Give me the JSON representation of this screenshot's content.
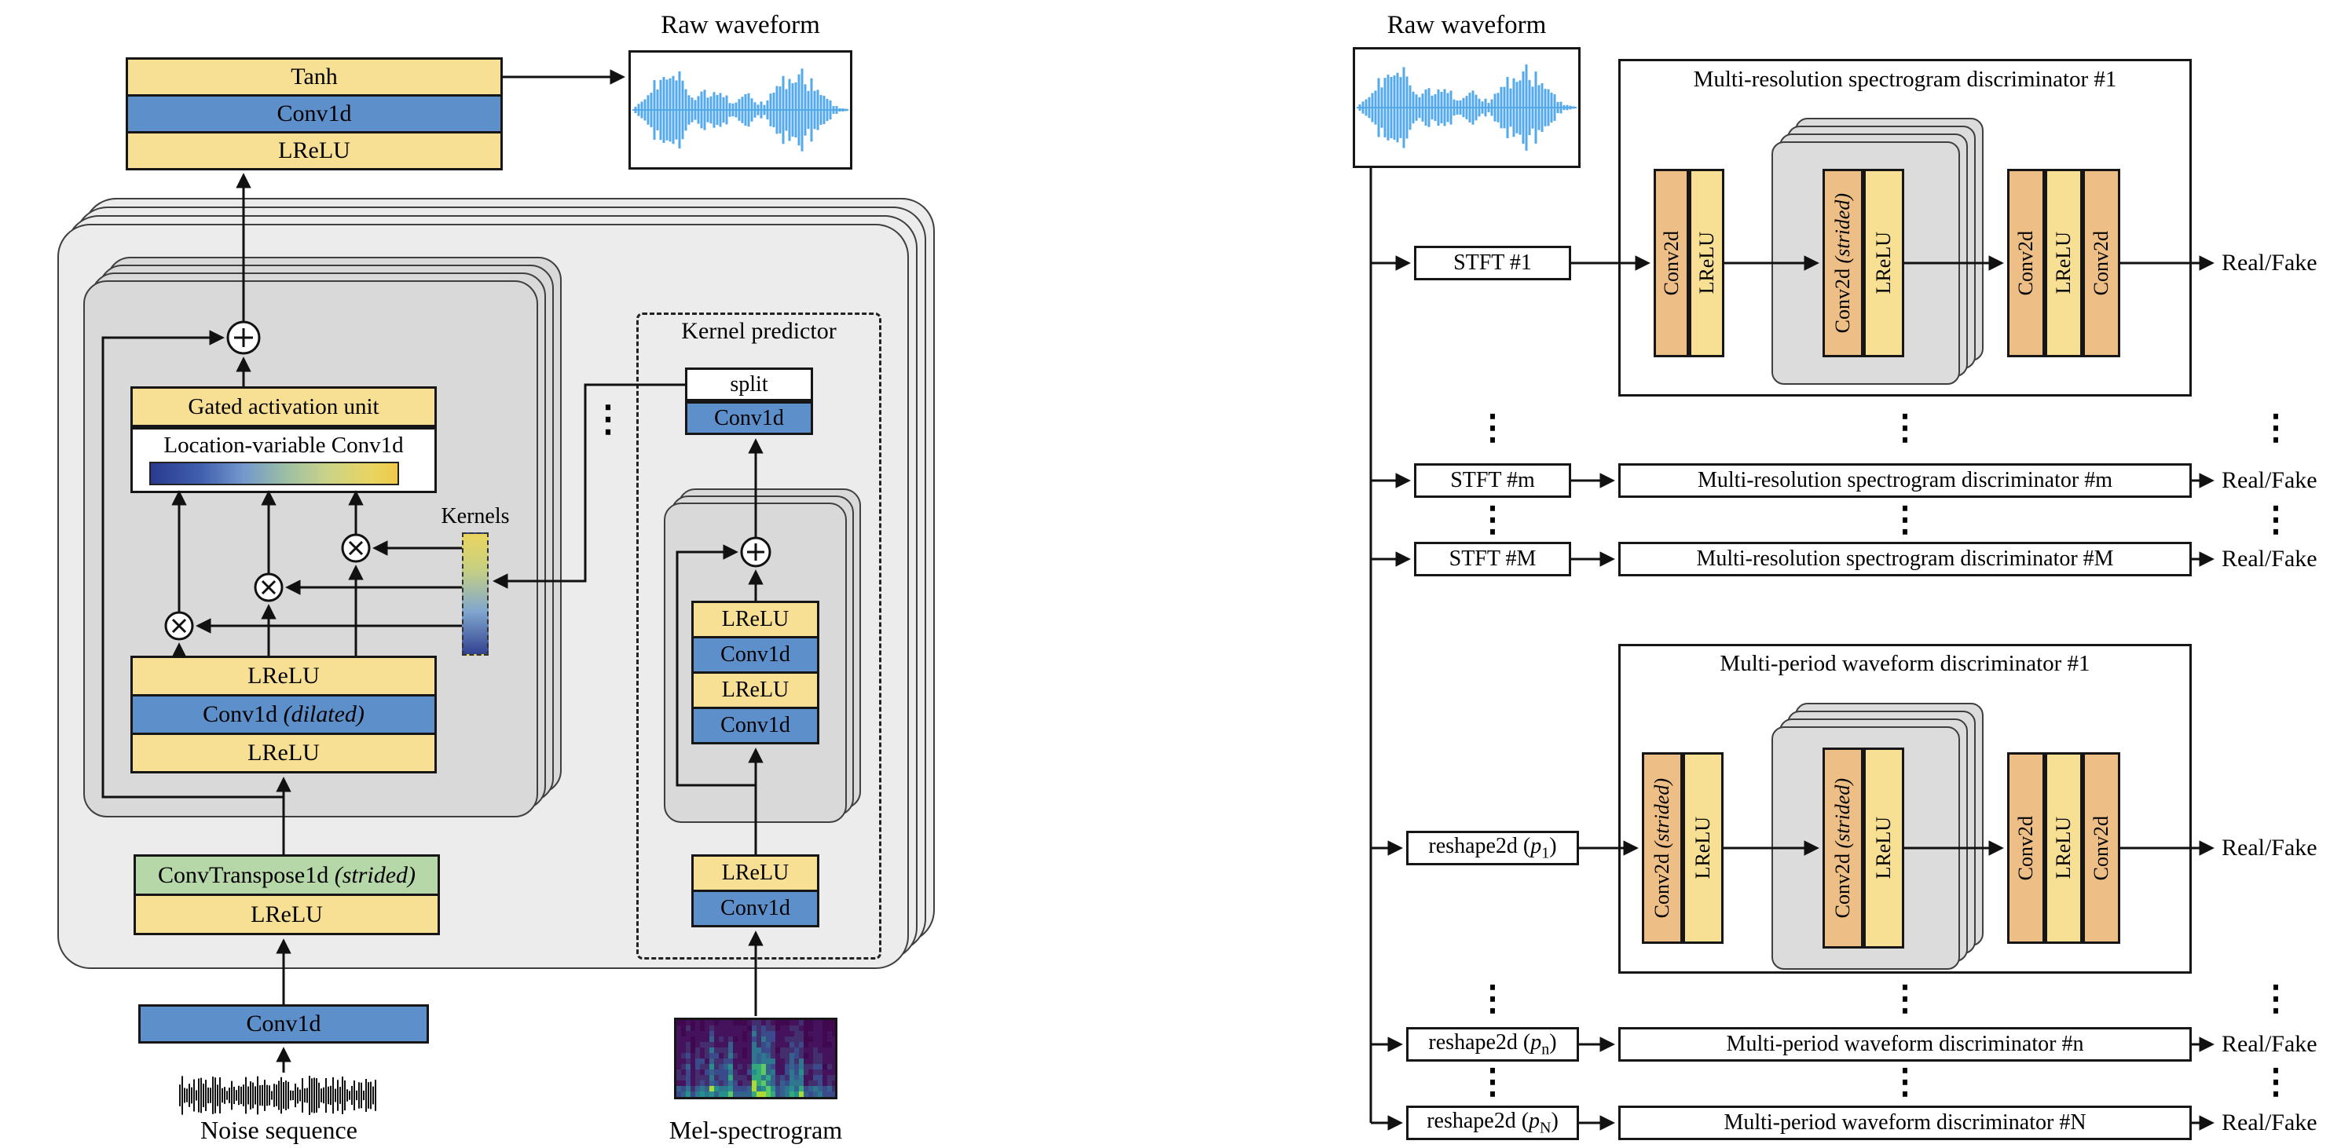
{
  "palette": {
    "layer_yellow": "#f7df94",
    "layer_blue": "#5d8fcb",
    "layer_green": "#b6d7a8",
    "layer_orange": "#edbe85",
    "container_gray": "#ececec",
    "block_gray": "#d9d9d9",
    "waveform_blue": "#54a9e8"
  },
  "generator": {
    "raw_waveform_title": "Raw waveform",
    "output_stack": [
      {
        "label": "Tanh"
      },
      {
        "label": "Conv1d"
      },
      {
        "label": "LReLU"
      }
    ],
    "lvc_block": {
      "gated_activation_label": "Gated activation unit",
      "lvc_label": "Location-variable Conv1d",
      "kernels_label": "Kernels",
      "res_stack": [
        {
          "label": "LReLU",
          "qual": ""
        },
        {
          "label": "Conv1d ",
          "qual": "(dilated)"
        },
        {
          "label": "LReLU",
          "qual": ""
        }
      ]
    },
    "upsample_stack": [
      {
        "label": "ConvTranspose1d ",
        "qual": "(strided)"
      },
      {
        "label": "LReLU",
        "qual": ""
      }
    ],
    "input_conv_label": "Conv1d",
    "noise_label": "Noise sequence",
    "dots": "⋮",
    "kernel_predictor": {
      "title": "Kernel predictor",
      "split_label": "split",
      "split_conv_label": "Conv1d",
      "res_stack": [
        {
          "label": "LReLU"
        },
        {
          "label": "Conv1d"
        },
        {
          "label": "LReLU"
        },
        {
          "label": "Conv1d"
        }
      ],
      "input_stack": [
        {
          "label": "LReLU"
        },
        {
          "label": "Conv1d"
        }
      ],
      "mel_label": "Mel-spectrogram"
    }
  },
  "discriminators": {
    "raw_waveform_title": "Raw waveform",
    "real_fake_label": "Real/Fake",
    "dots": "⋮",
    "mrsd": {
      "detail_title": "Multi-resolution spectrogram discriminator #1",
      "detail_input": "STFT #1",
      "group_in": [
        {
          "label": "Conv2d",
          "qual": ""
        },
        {
          "label": "LReLU",
          "qual": ""
        }
      ],
      "group_mid": [
        {
          "label": "Conv2d ",
          "qual": "(strided)"
        },
        {
          "label": "LReLU",
          "qual": ""
        }
      ],
      "group_out": [
        {
          "label": "Conv2d"
        },
        {
          "label": "LReLU"
        },
        {
          "label": "Conv2d"
        }
      ],
      "rows": [
        {
          "input": "STFT #m",
          "disc": "Multi-resolution spectrogram discriminator #m"
        },
        {
          "input": "STFT #M",
          "disc": "Multi-resolution spectrogram discriminator #M"
        }
      ]
    },
    "mpwd": {
      "detail_title": "Multi-period waveform discriminator #1",
      "detail_input": {
        "pre": "reshape2d (",
        "var": "p",
        "sub": "1",
        "suf": ")"
      },
      "group_in": [
        {
          "label": "Conv2d ",
          "qual": "(strided)"
        },
        {
          "label": "LReLU",
          "qual": ""
        }
      ],
      "group_mid": [
        {
          "label": "Conv2d ",
          "qual": "(strided)"
        },
        {
          "label": "LReLU",
          "qual": ""
        }
      ],
      "group_out": [
        {
          "label": "Conv2d"
        },
        {
          "label": "LReLU"
        },
        {
          "label": "Conv2d"
        }
      ],
      "rows": [
        {
          "pre": "reshape2d (",
          "var": "p",
          "sub": "n",
          "suf": ")",
          "disc": "Multi-period waveform discriminator #n"
        },
        {
          "pre": "reshape2d (",
          "var": "p",
          "sub": "N",
          "suf": ")",
          "disc": "Multi-period waveform discriminator #N"
        }
      ]
    }
  }
}
